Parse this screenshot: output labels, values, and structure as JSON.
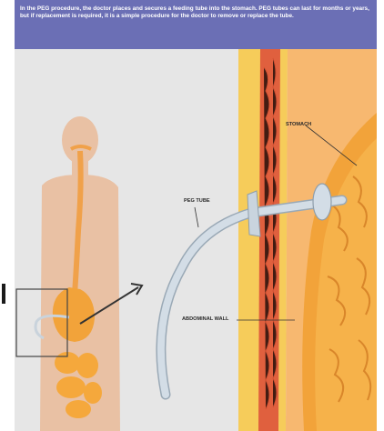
{
  "caption": "In the PEG procedure, the doctor places and secures a feeding tube into the stomach. PEG tubes can last for months or years, but if replacement is required, it is a simple procedure for the doctor to remove or replace the tube.",
  "labels": {
    "stomach": "STOMACH",
    "peg_tube": "PEG TUBE",
    "abdominal_wall": "ABDOMINAL WALL"
  },
  "colors": {
    "banner": "#6b6fb5",
    "skin": "#e9c1a4",
    "organ": "#f2a33a",
    "muscle": "#e0603e",
    "fat": "#f6cc5a",
    "tube": "#d3dde6"
  }
}
